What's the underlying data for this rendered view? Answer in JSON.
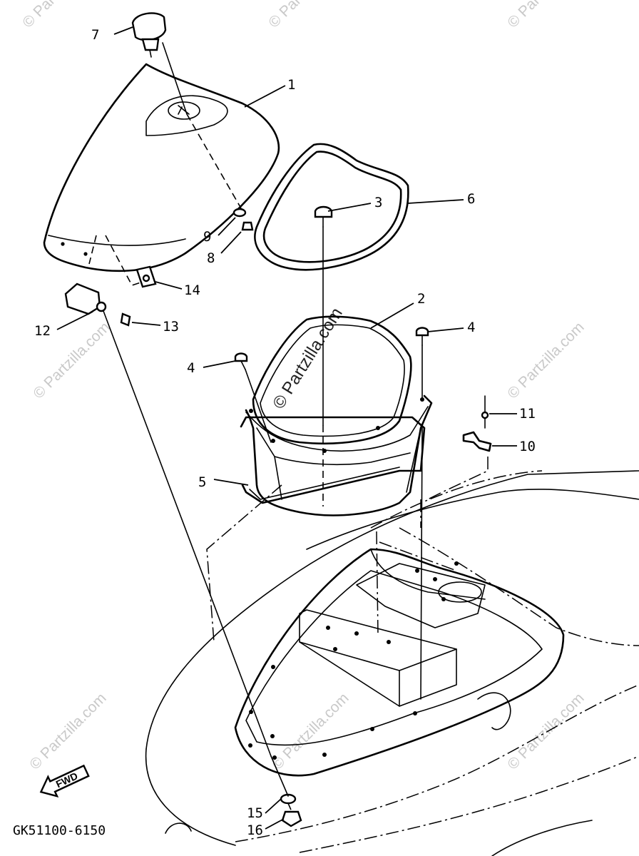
{
  "diagram": {
    "drawing_code": "GK51100-6150",
    "direction_badge": "FWD",
    "watermark": "© Partzilla.com",
    "callouts": [
      {
        "num": "1"
      },
      {
        "num": "2"
      },
      {
        "num": "3"
      },
      {
        "num": "4"
      },
      {
        "num": "4"
      },
      {
        "num": "5"
      },
      {
        "num": "6"
      },
      {
        "num": "7"
      },
      {
        "num": "8"
      },
      {
        "num": "9"
      },
      {
        "num": "10"
      },
      {
        "num": "11"
      },
      {
        "num": "12"
      },
      {
        "num": "13"
      },
      {
        "num": "14"
      },
      {
        "num": "15"
      },
      {
        "num": "16"
      }
    ]
  }
}
